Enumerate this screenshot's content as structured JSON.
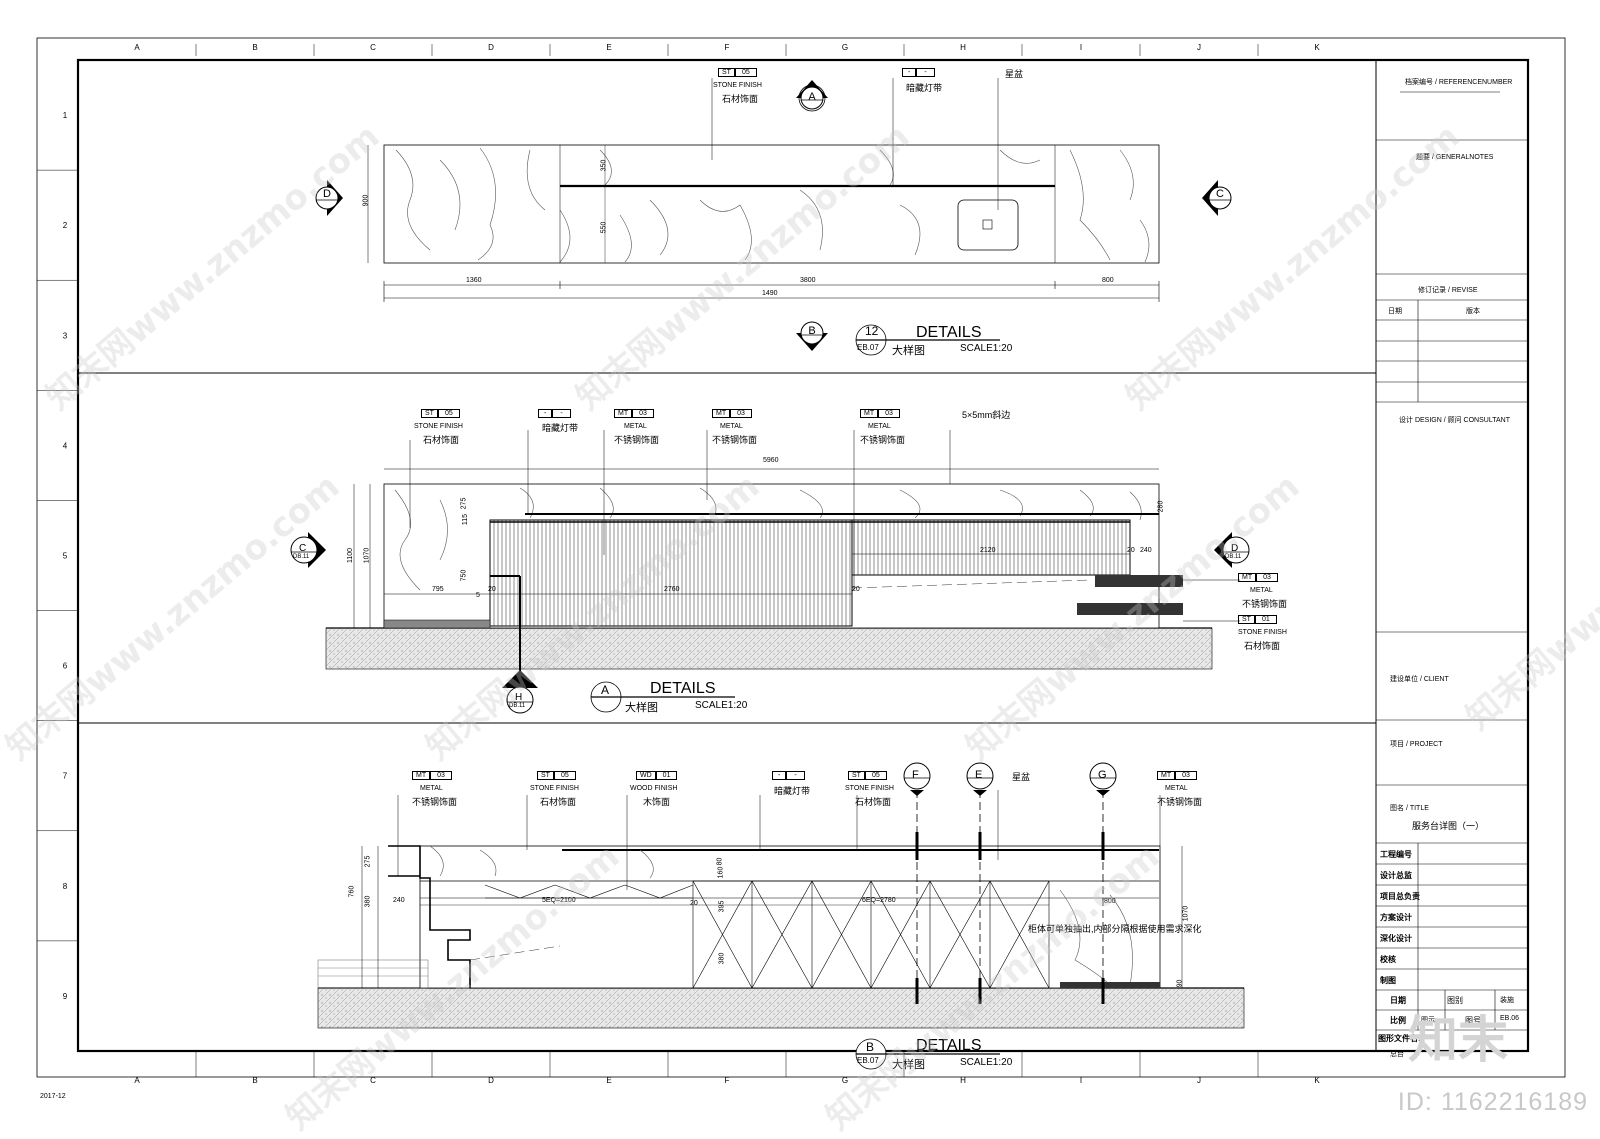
{
  "grid": {
    "columns": [
      "A",
      "B",
      "C",
      "D",
      "E",
      "F",
      "G",
      "H",
      "I",
      "J",
      "K"
    ],
    "rows": [
      "1",
      "2",
      "3",
      "4",
      "5",
      "6",
      "7",
      "8",
      "9"
    ],
    "date_stamp": "2017-12"
  },
  "detail_1": {
    "title": "DETAILS",
    "subtitle": "大样图",
    "scale": "SCALE1:20",
    "symbol_number": "12",
    "symbol_ref": "EB.07",
    "callouts": [
      {
        "code": "ST",
        "num": "05",
        "en": "STONE FINISH",
        "cn": "石材饰面"
      },
      {
        "code": "-",
        "num": "-",
        "en": "",
        "cn": "暗藏灯带"
      },
      {
        "code": "",
        "num": "",
        "en": "",
        "cn": "星盆"
      }
    ],
    "section_marks": [
      "A",
      "B",
      "C",
      "D"
    ],
    "dims": {
      "height": "900",
      "upper": "350",
      "lower": "550",
      "left": "1360",
      "middle": "3800",
      "right": "800",
      "total": "1490"
    }
  },
  "detail_2": {
    "title": "DETAILS",
    "subtitle": "大样图",
    "scale": "SCALE1:20",
    "symbol_letter": "A",
    "callouts": [
      {
        "code": "ST",
        "num": "05",
        "en": "STONE FINISH",
        "cn": "石材饰面"
      },
      {
        "code": "-",
        "num": "-",
        "en": "",
        "cn": "暗藏灯带"
      },
      {
        "code": "MT",
        "num": "03",
        "en": "METAL",
        "cn": "不锈钢饰面"
      },
      {
        "code": "MT",
        "num": "03",
        "en": "METAL",
        "cn": "不锈钢饰面"
      },
      {
        "code": "MT",
        "num": "03",
        "en": "METAL",
        "cn": "不锈钢饰面"
      },
      {
        "code": "",
        "num": "",
        "en": "",
        "cn": "5×5mm斜边"
      }
    ],
    "side_callouts": [
      {
        "code": "MT",
        "num": "03",
        "en": "METAL",
        "cn": "不锈钢饰面"
      },
      {
        "code": "ST",
        "num": "01",
        "en": "STONE FINISH",
        "cn": "石材饰面"
      }
    ],
    "section_marks": [
      {
        "letter": "C",
        "ref": "DB.11"
      },
      {
        "letter": "D",
        "ref": "DB.11"
      },
      {
        "letter": "H",
        "ref": "DB.11"
      }
    ],
    "dims": {
      "total_width": "5960",
      "height": "1100",
      "inner_height": "1070",
      "top": "275",
      "top_right": "280",
      "strip": "115",
      "mid": "750",
      "left": "795",
      "panel": "2760",
      "right_panel": "2120",
      "gap": "240",
      "d20": "20",
      "d5": "5"
    }
  },
  "detail_3": {
    "title": "DETAILS",
    "subtitle": "大样图",
    "scale": "SCALE1:20",
    "symbol_letter": "B",
    "symbol_ref": "EB.07",
    "callouts": [
      {
        "code": "MT",
        "num": "03",
        "en": "METAL",
        "cn": "不锈钢饰面"
      },
      {
        "code": "ST",
        "num": "05",
        "en": "STONE FINISH",
        "cn": "石材饰面"
      },
      {
        "code": "WD",
        "num": "01",
        "en": "WOOD FINISH",
        "cn": "木饰面"
      },
      {
        "code": "-",
        "num": "-",
        "en": "",
        "cn": "暗藏灯带"
      },
      {
        "code": "ST",
        "num": "05",
        "en": "STONE FINISH",
        "cn": "石材饰面"
      },
      {
        "code": "",
        "num": "",
        "en": "",
        "cn": "星盆"
      },
      {
        "code": "MT",
        "num": "03",
        "en": "METAL",
        "cn": "不锈钢饰面"
      }
    ],
    "section_marks": [
      "F",
      "E",
      "G"
    ],
    "note": "柜体可单独抽出,内部分隔根据使用需求深化",
    "dims": {
      "total_height": "760",
      "top": "275",
      "mid": "380",
      "d240": "240",
      "eq1": "5EQ=2100",
      "eq2": "6EQ=2780",
      "h1070": "1070",
      "d800": "800",
      "d395": "395",
      "d380b": "380",
      "d80": "80",
      "d160": "160",
      "d20": "20",
      "d90": "90"
    }
  },
  "title_block": {
    "reference": "档案编号 / REFERENCENUMBER",
    "general_notes": "题要 / GENERALNOTES",
    "revise": "修订记录 / REVISE",
    "revise_date": "日期",
    "revise_version": "版本",
    "design": "设计 DESIGN / 顾问 CONSULTANT",
    "client": "建设单位 / CLIENT",
    "project": "项目 / PROJECT",
    "title_label": "图名 / TITLE",
    "title_value": "服务台详图（一）",
    "rows": [
      "工程编号",
      "设计总监",
      "项目总负责",
      "方案设计",
      "深化设计",
      "校核",
      "制图"
    ],
    "date_label": "日期",
    "drawing_label": "图别",
    "drawing_value": "装施",
    "scale_label": "比例",
    "scale_value": "图示",
    "number_label": "图号",
    "number_value": "EB.06",
    "file_label": "图形文件名:",
    "file_value": "总台"
  },
  "watermark": {
    "site": "知末网www.znzmo.com",
    "logo": "知末",
    "id": "ID: 1162216189"
  }
}
